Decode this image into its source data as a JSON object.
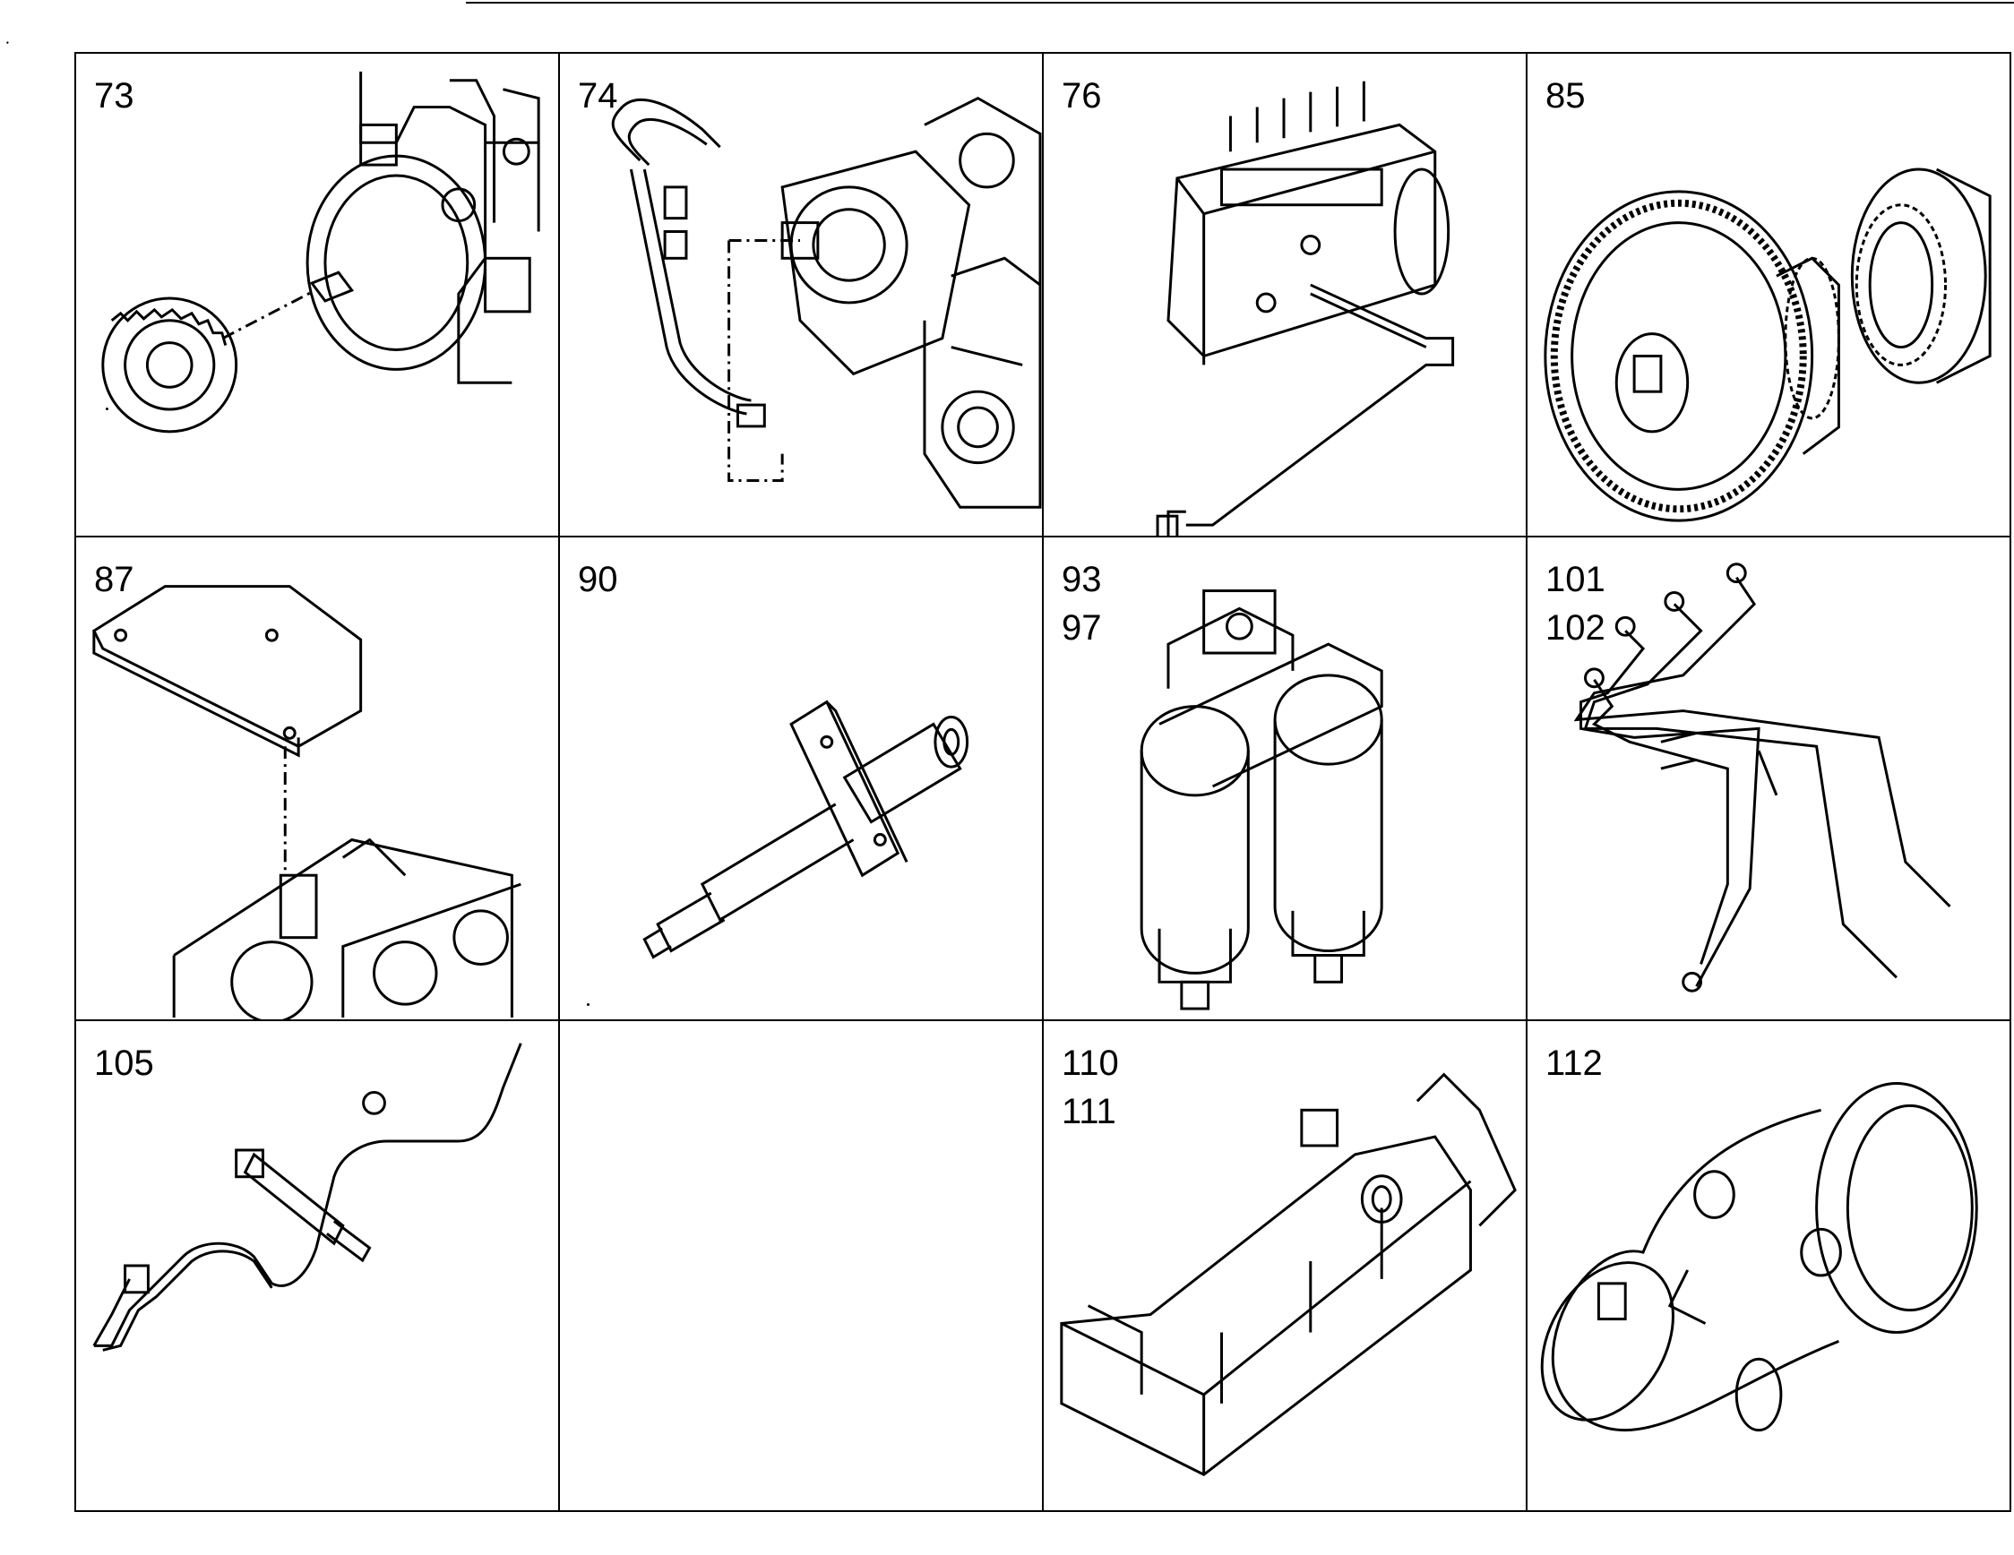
{
  "panels": [
    {
      "id": "p1",
      "labels": [
        "73"
      ]
    },
    {
      "id": "p2",
      "labels": [
        "74"
      ]
    },
    {
      "id": "p3",
      "labels": [
        "76"
      ]
    },
    {
      "id": "p4",
      "labels": [
        "85"
      ]
    },
    {
      "id": "p5",
      "labels": [
        "87"
      ]
    },
    {
      "id": "p6",
      "labels": [
        "90"
      ]
    },
    {
      "id": "p7",
      "labels": [
        "93",
        "97"
      ]
    },
    {
      "id": "p8",
      "labels": [
        "101",
        "102"
      ]
    },
    {
      "id": "p9",
      "labels": [
        "105"
      ]
    },
    {
      "id": "p10",
      "labels": []
    },
    {
      "id": "p11",
      "labels": [
        "110",
        "111"
      ]
    },
    {
      "id": "p12",
      "labels": [
        "112"
      ]
    }
  ],
  "icons": {
    "p1": "pump-gear-icon",
    "p2": "pump-pipe-icon",
    "p3": "injection-pump-icon",
    "p4": "timing-gear-icon",
    "p5": "cover-plate-icon",
    "p6": "injector-icon",
    "p7": "fuel-filter-icon",
    "p8": "fuel-pipes-icon",
    "p9": "injector-pipe-icon",
    "p11": "manifold-icon",
    "p12": "elbow-pipe-icon"
  }
}
